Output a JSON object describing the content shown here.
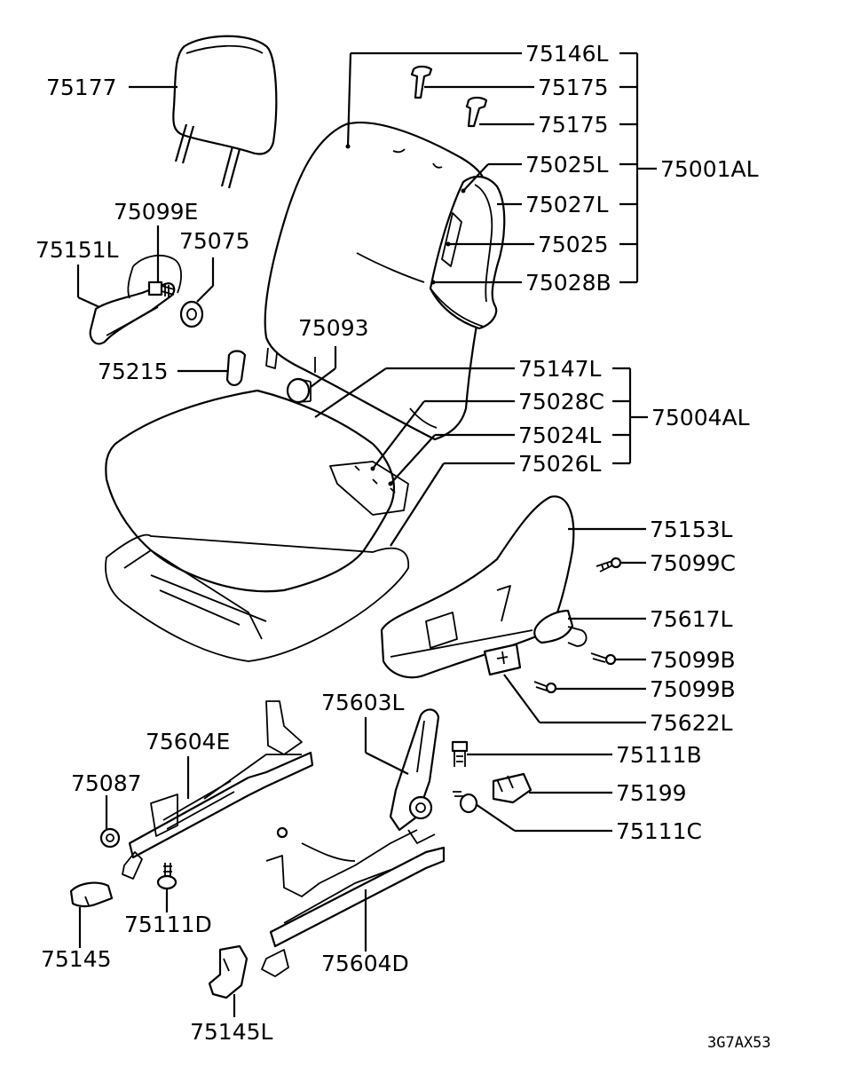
{
  "diagram_code": "3G7AX53",
  "labels": {
    "p75177": "75177",
    "p75146L": "75146L",
    "p75175a": "75175",
    "p75175b": "75175",
    "p75025L": "75025L",
    "p75001AL": "75001AL",
    "p75027L": "75027L",
    "p75025": "75025",
    "p75028B": "75028B",
    "p75099E": "75099E",
    "p75151L": "75151L",
    "p75075": "75075",
    "p75093": "75093",
    "p75215": "75215",
    "p75147L": "75147L",
    "p75028C": "75028C",
    "p75004AL": "75004AL",
    "p75024L": "75024L",
    "p75026L": "75026L",
    "p75153L": "75153L",
    "p75099C": "75099C",
    "p75617L": "75617L",
    "p75099Ba": "75099B",
    "p75099Bb": "75099B",
    "p75622L": "75622L",
    "p75603L": "75603L",
    "p75111B": "75111B",
    "p75604E": "75604E",
    "p75087": "75087",
    "p75199": "75199",
    "p75111C": "75111C",
    "p75111D": "75111D",
    "p75145": "75145",
    "p75604D": "75604D",
    "p75145L": "75145L"
  }
}
